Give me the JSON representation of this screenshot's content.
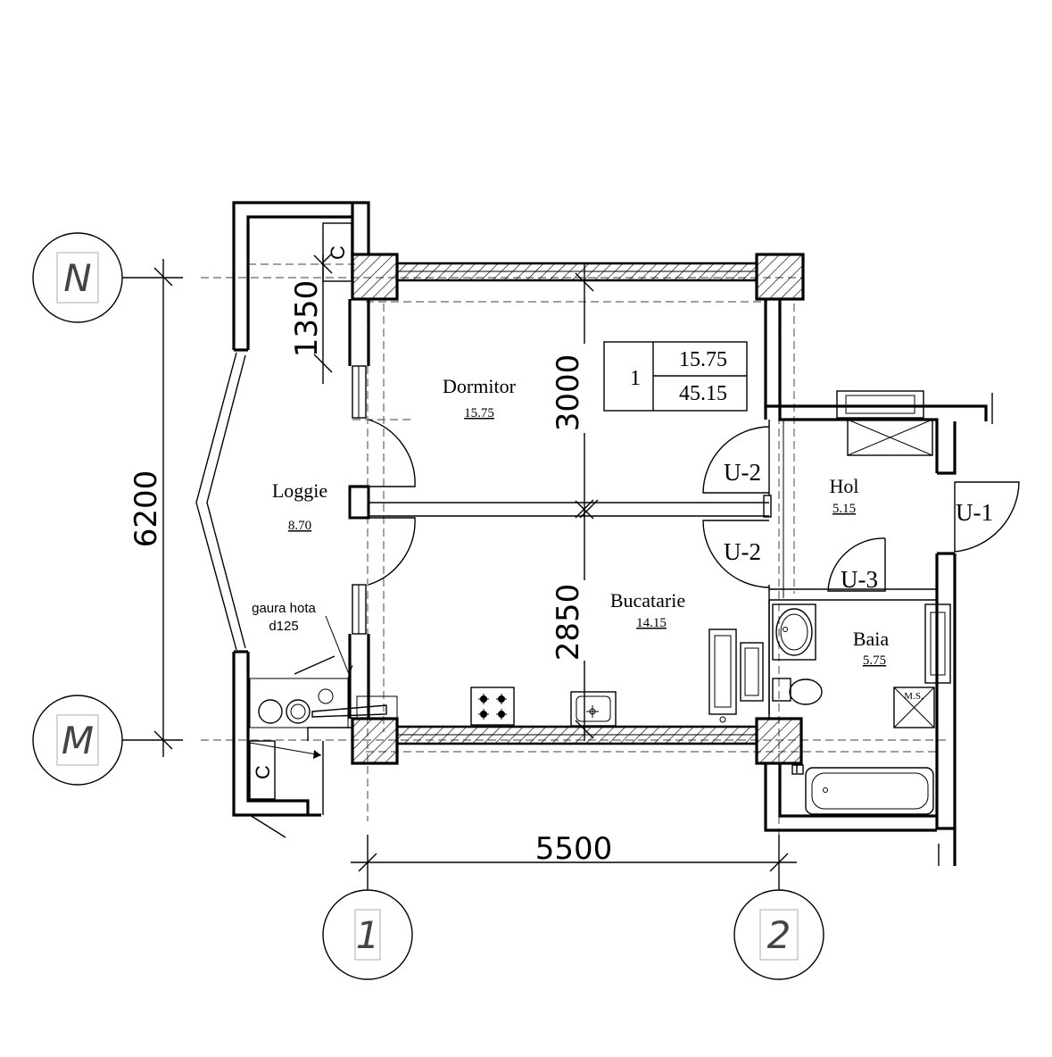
{
  "axes": {
    "horizontal": [
      {
        "label": "N"
      },
      {
        "label": "M"
      }
    ],
    "vertical": [
      {
        "label": "1"
      },
      {
        "label": "2"
      }
    ]
  },
  "dimensions": {
    "overall_height": "6200",
    "overall_width": "5500",
    "loggia_offset": "1350",
    "bedroom_depth": "3000",
    "kitchen_depth": "2850"
  },
  "rooms": {
    "dormitor": {
      "name": "Dormitor",
      "area": "15.75"
    },
    "loggie": {
      "name": "Loggie",
      "area": "8.70"
    },
    "bucatarie": {
      "name": "Bucatarie",
      "area": "14.15"
    },
    "hol": {
      "name": "Hol",
      "area": "5.15"
    },
    "baia": {
      "name": "Baia",
      "area": "5.75"
    }
  },
  "summary_table": {
    "index": "1",
    "living_area": "15.75",
    "total_area": "45.15"
  },
  "doors": {
    "u2_top": "U-2",
    "u2_bottom": "U-2",
    "u1": "U-1",
    "u3": "U-3"
  },
  "annotations": {
    "hood_hole_line1": "gaura hota",
    "hood_hole_line2": "d125",
    "cabinet_top": "C",
    "cabinet_bottom": "C",
    "ms_label": "M.S."
  }
}
